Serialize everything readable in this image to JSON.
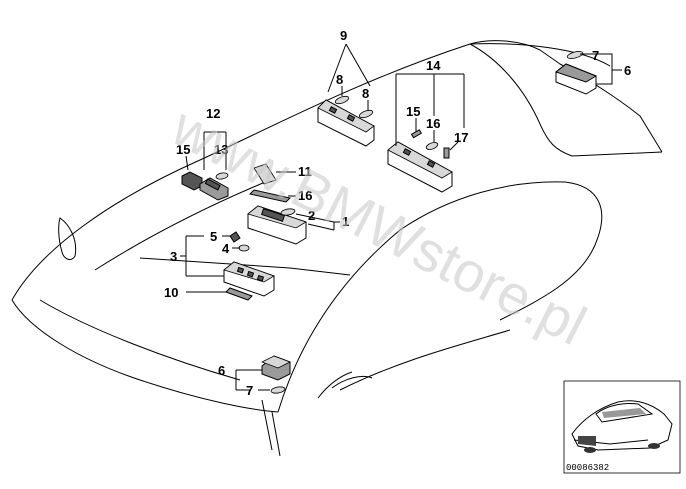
{
  "watermark": "www.BMWstore.pl",
  "doc_id": "00086382",
  "callouts": {
    "c9": "9",
    "c8a": "8",
    "c8b": "8",
    "c7a": "7",
    "c6a": "6",
    "c14": "14",
    "c15a": "15",
    "c16a": "16",
    "c17": "17",
    "c12": "12",
    "c15b": "15",
    "c13": "13",
    "c11": "11",
    "c16b": "16",
    "c2": "2",
    "c1": "1",
    "c5": "5",
    "c4": "4",
    "c3": "3",
    "c10": "10",
    "c6b": "6",
    "c7b": "7"
  }
}
